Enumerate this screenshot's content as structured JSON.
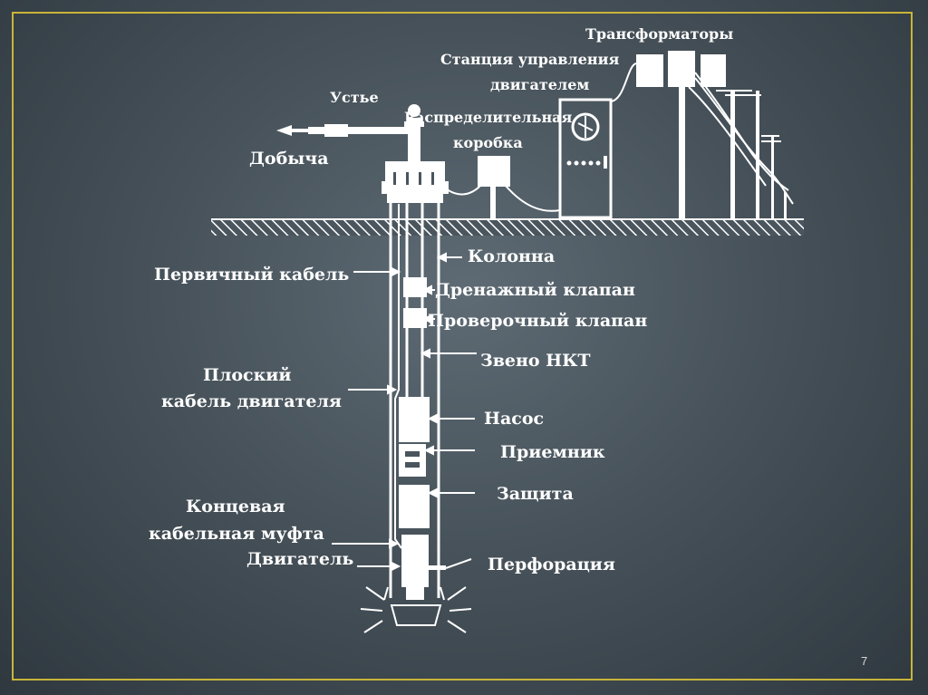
{
  "labels": {
    "transformers": "Трансформаторы",
    "control_station_1": "Станция управления",
    "control_station_2": "двигателем",
    "wellhead": "Устье",
    "junction_box_1": "Распределительная",
    "junction_box_2": "коробка",
    "production": "Добыча",
    "casing": "Колонна",
    "primary_cable": "Первичный кабель",
    "drain_valve": "Дренажный клапан",
    "check_valve": "Проверочный клапан",
    "tubing_joint": "Звено НКТ",
    "flat_cable_1": "Плоский",
    "flat_cable_2": "кабель двигателя",
    "pump": "Насос",
    "intake": "Приемник",
    "protector": "Защита",
    "end_splice_1": "Концевая",
    "end_splice_2": "кабельная муфта",
    "motor": "Двигатель",
    "perforation": "Перфорация"
  },
  "page_number": "7",
  "colors": {
    "border": "#c9b53a",
    "drawing": "#ffffff"
  }
}
